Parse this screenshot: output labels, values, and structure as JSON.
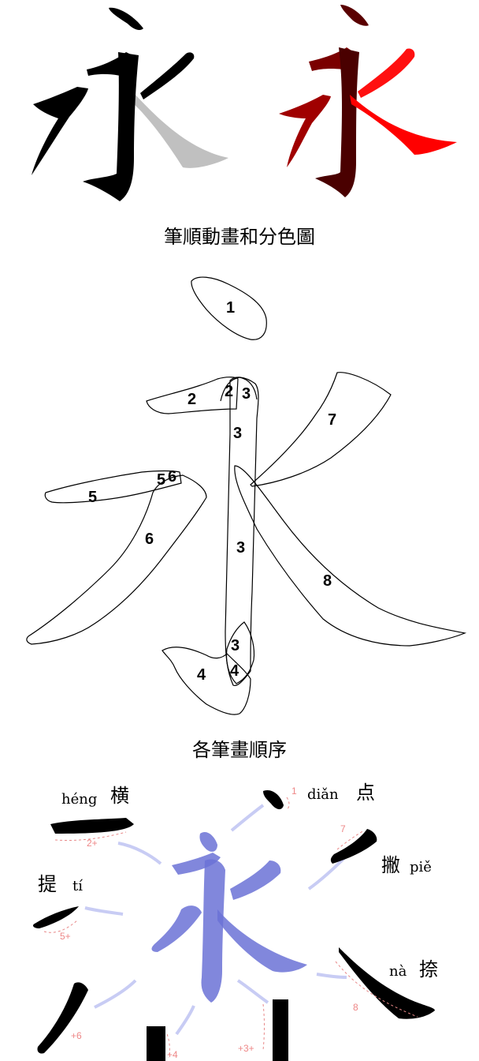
{
  "top": {
    "caption": "筆順動畫和分色圖"
  },
  "middle": {
    "caption": "各筆畫順序",
    "labels": [
      "1",
      "2",
      "2",
      "3",
      "3",
      "3",
      "3",
      "4",
      "4",
      "5",
      "5",
      "6",
      "6",
      "7",
      "8"
    ]
  },
  "bottom": {
    "strokes": [
      {
        "hanzi": "点",
        "pinyin": "diǎn",
        "mark": "1"
      },
      {
        "hanzi": "横",
        "pinyin": "héng",
        "mark": "2+"
      },
      {
        "hanzi": "提",
        "pinyin": "tí",
        "mark": "5+"
      },
      {
        "hanzi": "撇",
        "pinyin": "piě",
        "mark": "7"
      },
      {
        "hanzi": "捺",
        "pinyin": "nà",
        "mark": "8"
      },
      {
        "mark": "+6"
      },
      {
        "mark": "+4"
      },
      {
        "mark": "+3+"
      }
    ]
  },
  "colors": {
    "dark_red": "#5a0000",
    "red": "#ff0000",
    "gray": "#c0c0c0",
    "blue": "#6b72d6",
    "arrow": "#c8ccf4",
    "annotation": "#e88888"
  }
}
